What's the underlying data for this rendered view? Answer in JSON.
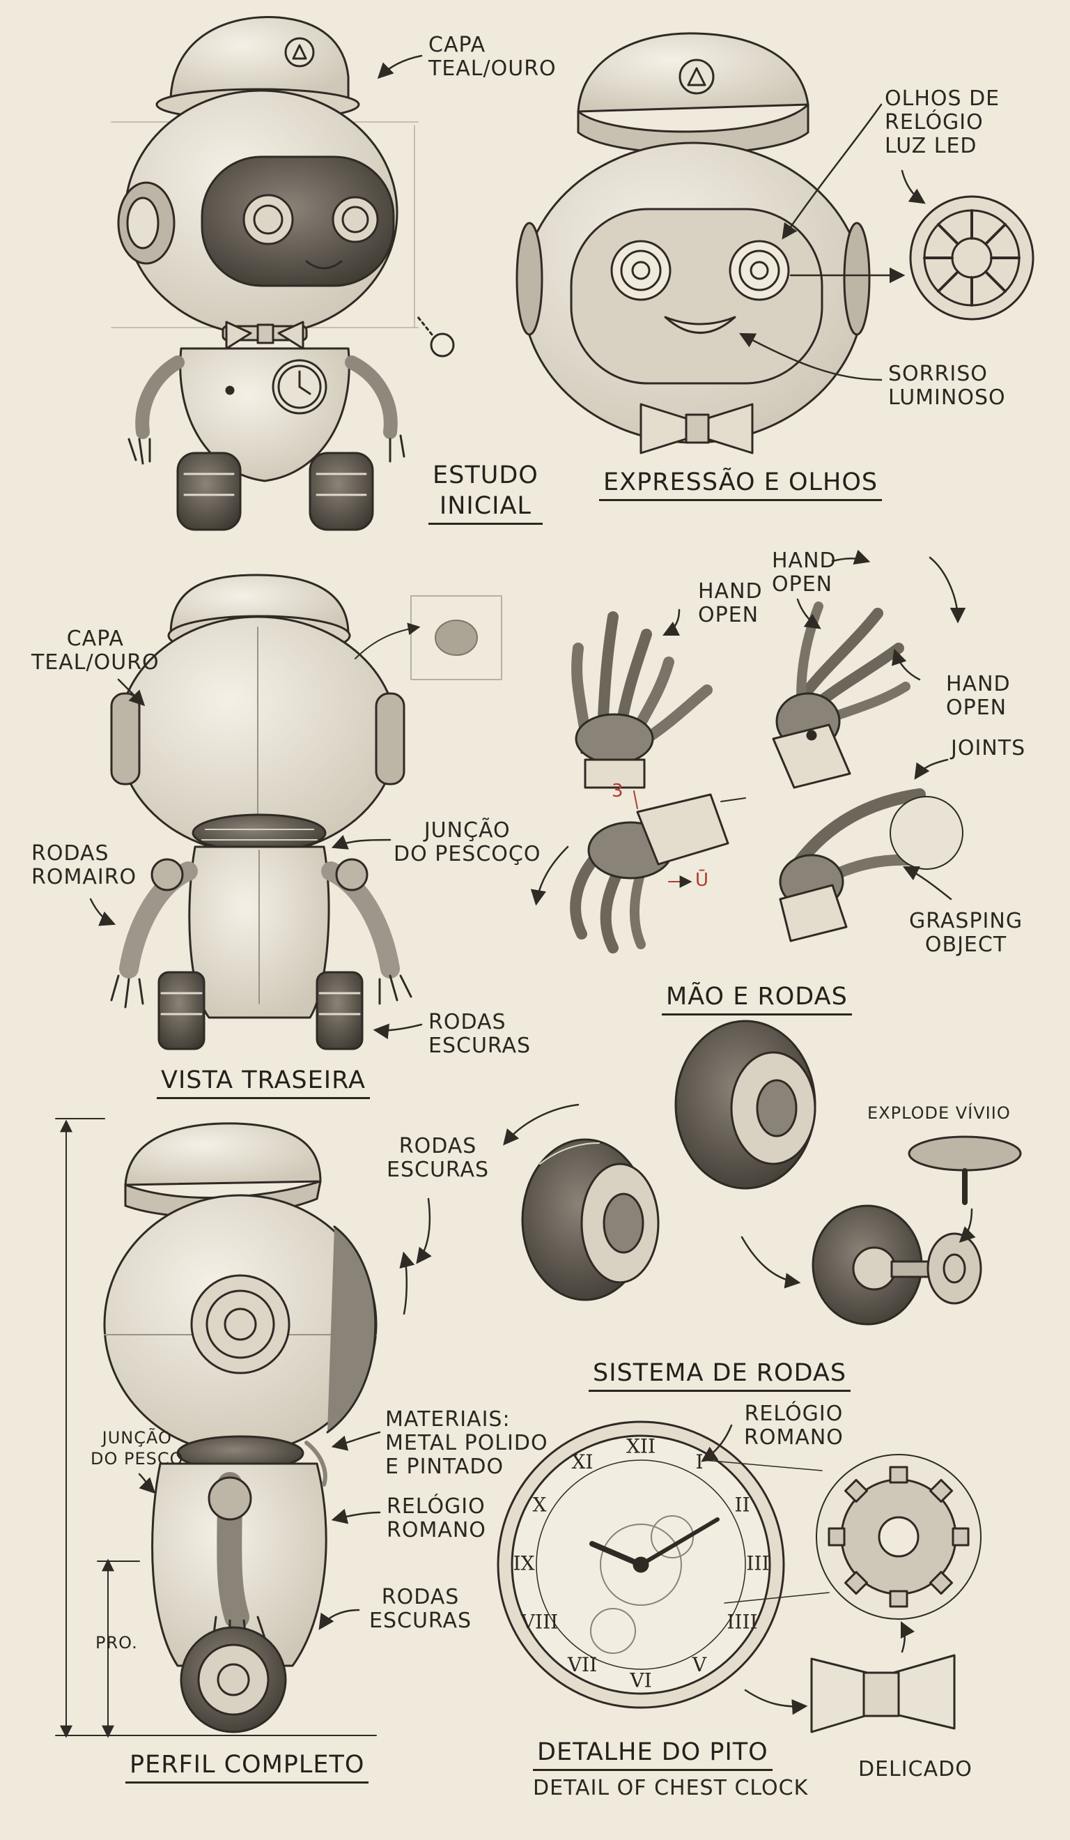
{
  "labels": {
    "cap_top": [
      "CAPA",
      "TEAL/OURO"
    ],
    "clock_eyes": [
      "OLHOS DE",
      "RELÓGIO",
      "LUZ LED"
    ],
    "smile": [
      "SORRISO",
      "LUMINOSO"
    ],
    "cap_back": [
      "CAPA",
      "TEAL/OURO"
    ],
    "hand_open_1": [
      "HAND",
      "OPEN"
    ],
    "hand_open_2": [
      "HAND",
      "OPEN"
    ],
    "hand_open_3": [
      "HAND",
      "OPEN"
    ],
    "joints": "JOINTS",
    "neck_joint": [
      "JUNÇÃO",
      "DO PESCOÇO"
    ],
    "wheels_romairo": [
      "RODAS",
      "ROMAIRO"
    ],
    "grasping": [
      "GRASPING",
      "OBJECT"
    ],
    "dark_wheels_back": [
      "RODAS",
      "ESCURAS"
    ],
    "dark_wheels_profile_top": [
      "RODAS",
      "ESCURAS"
    ],
    "explode": "EXPLODE VÍVIIO",
    "materials": [
      "MATERIAIS:",
      "METAL POLIDO",
      "E PINTADO"
    ],
    "neck_joint_profile": [
      "JUNÇÃO",
      "DO PESCO"
    ],
    "roman_clock_profile": [
      "RELÓGIO",
      "ROMANO"
    ],
    "dark_wheels_profile_bottom": [
      "RODAS",
      "ESCURAS"
    ],
    "pro": "PRO.",
    "roman_clock_detail": [
      "RELÓGIO",
      "ROMANO"
    ],
    "delicate": "DELICADO",
    "annot_3": "3",
    "annot_u": "Ū"
  },
  "titles": {
    "initial_study": [
      "ESTUDO",
      "INICIAL"
    ],
    "expression_eyes": "EXPRESSÃO E OLHOS",
    "back_view": "VISTA TRASEIRA",
    "hand_wheels": "MÃO E RODAS",
    "wheel_system": "SISTEMA DE RODAS",
    "full_profile": "PERFIL COMPLETO",
    "chest_detail": "DETALHE DO PITO",
    "chest_detail_sub": "DETAIL OF CHEST CLOCK"
  },
  "clock": {
    "numerals": [
      "XII",
      "I",
      "II",
      "III",
      "IIII",
      "V",
      "VI",
      "VII",
      "VIII",
      "IX",
      "X",
      "XI"
    ]
  },
  "colors": {
    "ink": "#2b2620",
    "paper": "#efeadc",
    "annotation_red": "#b23a30"
  }
}
